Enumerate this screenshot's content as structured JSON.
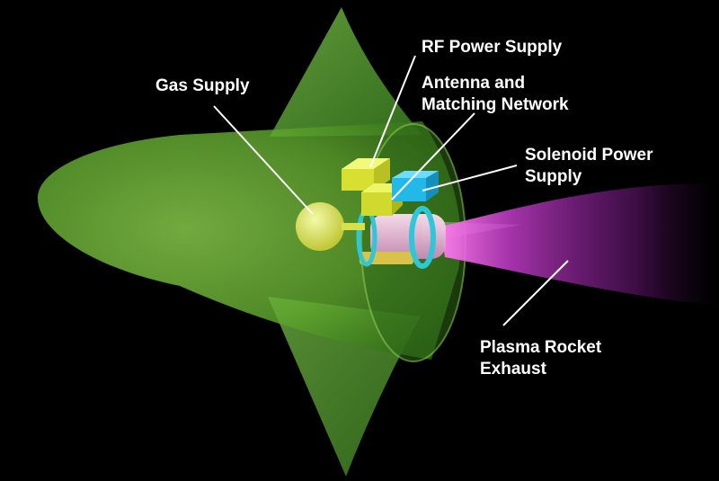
{
  "labels": {
    "gas_supply": "Gas Supply",
    "rf_power_supply": "RF Power Supply",
    "antenna_line1": "Antenna and",
    "antenna_line2": "Matching Network",
    "solenoid_line1": "Solenoid Power",
    "solenoid_line2": "Supply",
    "plasma_line1": "Plasma Rocket",
    "plasma_line2": "Exhaust"
  },
  "colors": {
    "background": "#000000",
    "hull": "#6fb83a",
    "gas_tank": "#e6ee66",
    "rf_box": "#e4ee3a",
    "solenoid_box": "#22b8e8",
    "coil": "#2ec7d8",
    "chamber": "#f0b8e0",
    "exhaust": "#c23cc8",
    "label_text": "#ffffff",
    "leader_line": "#ffffff"
  }
}
